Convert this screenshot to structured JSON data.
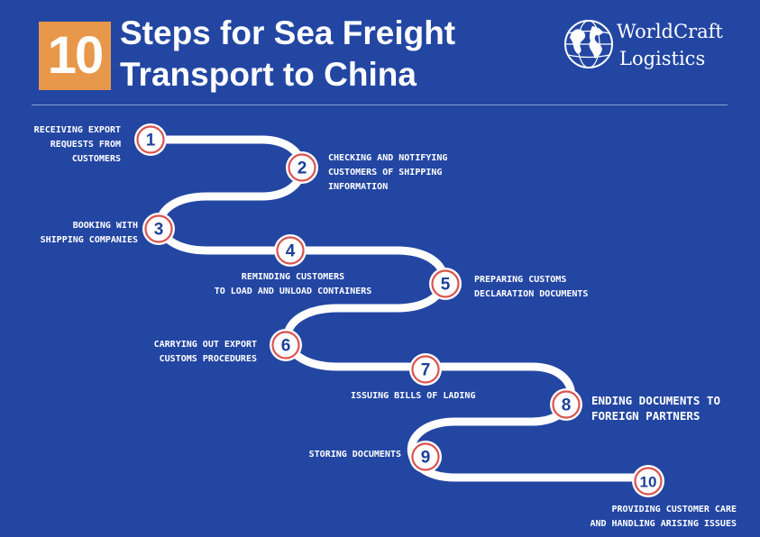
{
  "header": {
    "badge_number": "10",
    "title_line1": "Steps for Sea Freight",
    "title_line2": "Transport to China"
  },
  "brand": {
    "name_line1": "WorldCraft",
    "name_line2": "Logistics",
    "icon": "globe-icon"
  },
  "colors": {
    "background": "#2346a3",
    "accent": "#e8984a",
    "marker_ring": "#d9534f",
    "path": "#ffffff",
    "number": "#1f3f9a"
  },
  "steps": [
    {
      "number": "1",
      "lines": [
        "RECEIVING EXPORT",
        "REQUESTS FROM",
        "CUSTOMERS"
      ]
    },
    {
      "number": "2",
      "lines": [
        "CHECKING AND NOTIFYING",
        "CUSTOMERS OF SHIPPING",
        "INFORMATION"
      ]
    },
    {
      "number": "3",
      "lines": [
        "BOOKING WITH",
        "SHIPPING COMPANIES"
      ]
    },
    {
      "number": "4",
      "lines": [
        "REMINDING CUSTOMERS",
        "TO LOAD AND UNLOAD CONTAINERS"
      ]
    },
    {
      "number": "5",
      "lines": [
        "PREPARING CUSTOMS",
        "DECLARATION DOCUMENTS"
      ]
    },
    {
      "number": "6",
      "lines": [
        "CARRYING OUT EXPORT",
        "CUSTOMS PROCEDURES"
      ]
    },
    {
      "number": "7",
      "lines": [
        "ISSUING BILLS OF LADING"
      ]
    },
    {
      "number": "8",
      "lines": [
        "ENDING DOCUMENTS TO",
        "FOREIGN PARTNERS"
      ]
    },
    {
      "number": "9",
      "lines": [
        "STORING DOCUMENTS"
      ]
    },
    {
      "number": "10",
      "lines": [
        "PROVIDING CUSTOMER CARE",
        "AND HANDLING ARISING ISSUES"
      ]
    }
  ]
}
